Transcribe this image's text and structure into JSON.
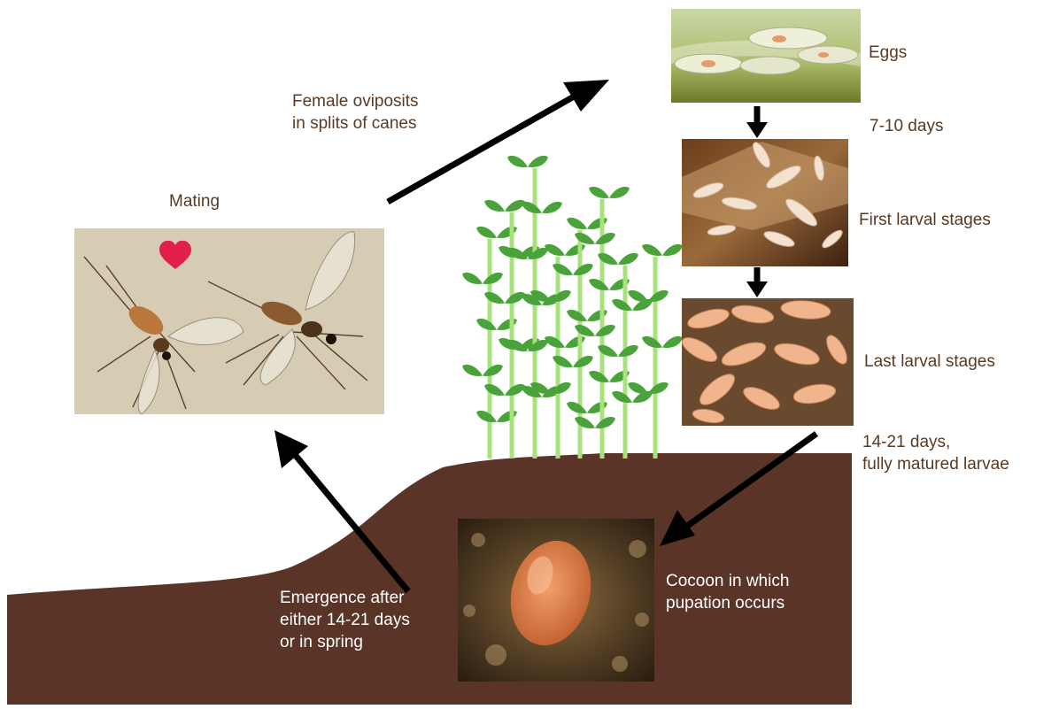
{
  "colors": {
    "soil": "#5a3427",
    "text": "#5a3a22",
    "arrow": "#000000",
    "plant_leaf": "#4aa33a",
    "plant_stem": "#a8e27c",
    "heart": "#e0204a"
  },
  "labels": {
    "mating": "Mating",
    "oviposit": "Female oviposits\nin splits of canes",
    "eggs": "Eggs",
    "eggs_duration": "7-10 days",
    "first_larval": "First larval stages",
    "last_larval": "Last larval stages",
    "larvae_duration": "14-21 days,\nfully matured larvae",
    "cocoon": "Cocoon in which\npupation occurs",
    "emergence": "Emergence after\neither 14-21 days\nor in spring"
  },
  "icons": {
    "heart": "heart-icon",
    "plant": "cane-plant-icon"
  }
}
